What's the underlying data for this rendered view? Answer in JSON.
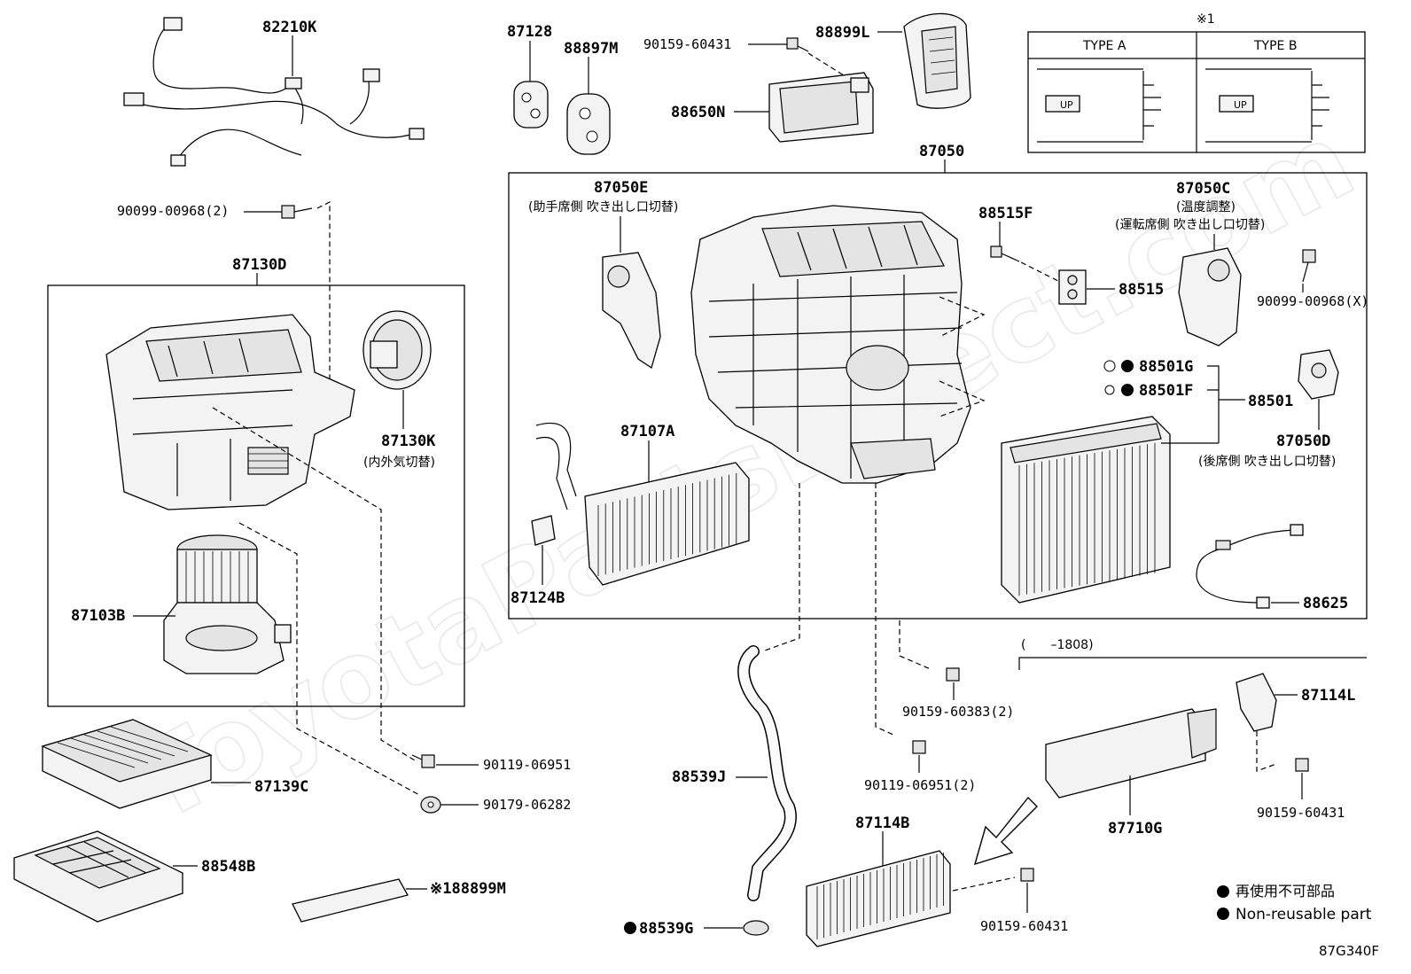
{
  "watermark": "ToyotaPartsDirect.com",
  "figure_code": "87G340F",
  "legend": {
    "marker_jp": "再使用不可部品",
    "marker_en": "Non-reusable part"
  },
  "type_table": {
    "note_mark": "※1",
    "type_a": "TYPE A",
    "type_b": "TYPE B",
    "up_label": "UP"
  },
  "date_range": "(　　–1808)",
  "labels": {
    "p82210K": "82210K",
    "p90099_00968_2": "90099-00968(2)",
    "p87130D": "87130D",
    "p87130K": "87130K",
    "p87130K_desc": "(内外気切替)",
    "p87103B": "87103B",
    "p87139C": "87139C",
    "p88548B": "88548B",
    "p90119_06951": "90119-06951",
    "p90179_06282": "90179-06282",
    "p88899M": "※188899M",
    "p87128": "87128",
    "p88897M": "88897M",
    "p90159_60431_top": "90159-60431",
    "p88899L": "88899L",
    "p88650N": "88650N",
    "p87050": "87050",
    "p87050E": "87050E",
    "p87050E_desc": "(助手席側 吹き出し口切替)",
    "p88515F": "88515F",
    "p88515": "88515",
    "p87050C": "87050C",
    "p87050C_desc1": "(温度調整)",
    "p87050C_desc2": "(運転席側 吹き出し口切替)",
    "p90099_00968_X": "90099-00968(X)",
    "p88501G": "88501G",
    "p88501F": "88501F",
    "p88501": "88501",
    "p87050D": "87050D",
    "p87050D_desc": "(後席側 吹き出し口切替)",
    "p87107A": "87107A",
    "p87124B": "87124B",
    "p88625": "88625",
    "p88539J": "88539J",
    "p88539G": "88539G",
    "p90159_60383_2": "90159-60383(2)",
    "p90119_06951_2": "90119-06951(2)",
    "p87114B": "87114B",
    "p90159_60431_bottom": "90159-60431",
    "p87114L": "87114L",
    "p87710G": "87710G",
    "p90159_60431_right": "90159-60431"
  }
}
